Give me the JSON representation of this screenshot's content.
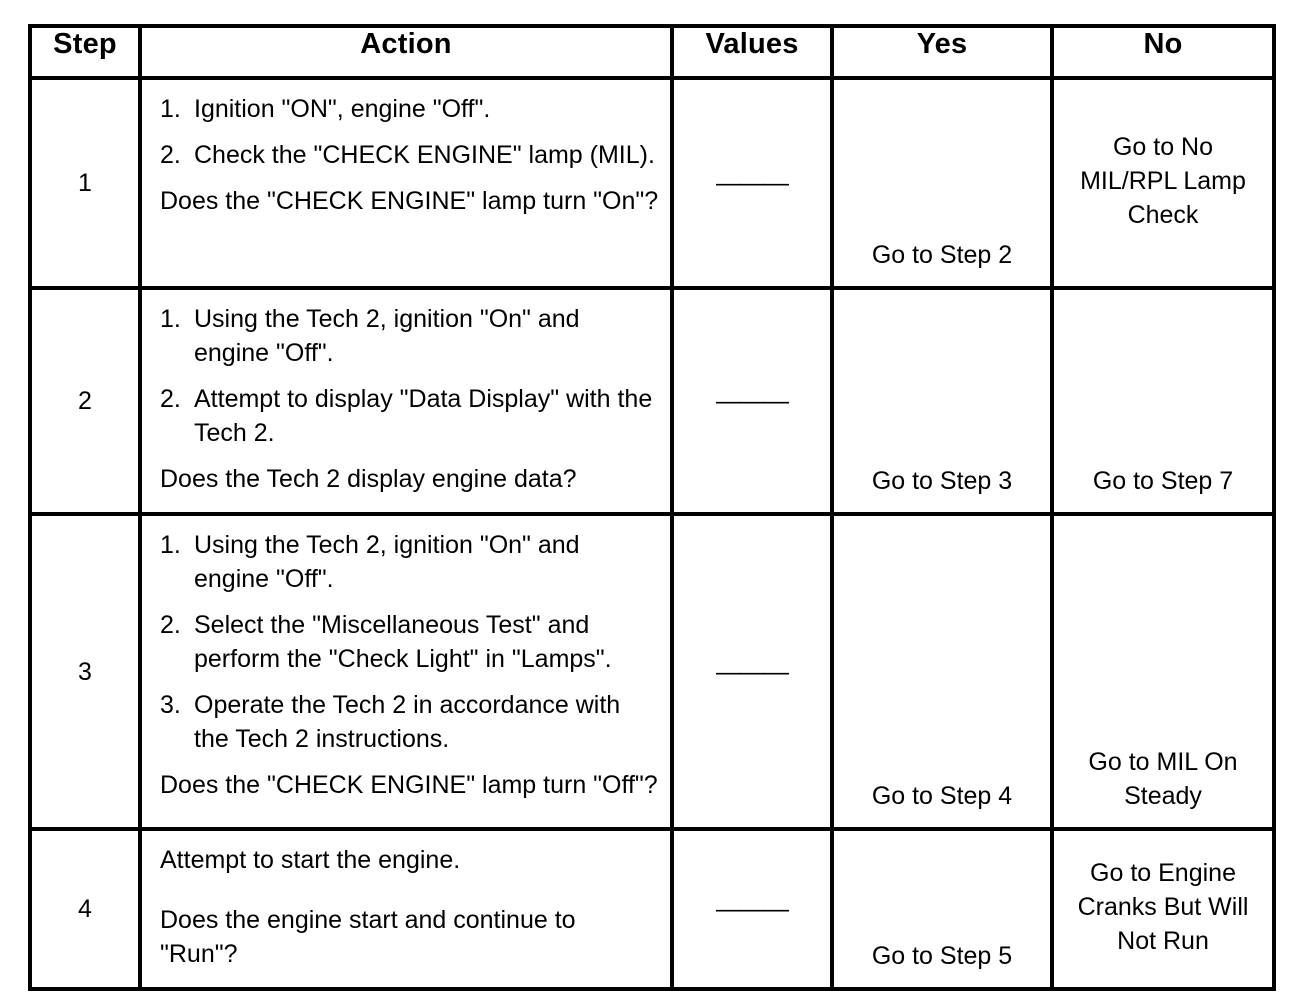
{
  "table": {
    "columns": [
      {
        "key": "step",
        "label": "Step"
      },
      {
        "key": "action",
        "label": "Action"
      },
      {
        "key": "values",
        "label": "Values"
      },
      {
        "key": "yes",
        "label": "Yes"
      },
      {
        "key": "no",
        "label": "No"
      }
    ],
    "dash_placeholder": "———",
    "rows": [
      {
        "step": "1",
        "action_items": [
          {
            "marker": "1.",
            "text": "Ignition \"ON\", engine \"Off\"."
          },
          {
            "marker": "2.",
            "text": "Check the \"CHECK ENGINE\" lamp (MIL)."
          }
        ],
        "question": "Does the \"CHECK ENGINE\" lamp turn \"On\"?",
        "values": "———",
        "yes": "Go to Step 2",
        "no": "Go to No MIL/RPL Lamp Check",
        "yes_align": "bottom",
        "no_align": "middle"
      },
      {
        "step": "2",
        "action_items": [
          {
            "marker": "1.",
            "text": "Using the Tech 2, ignition \"On\" and engine \"Off\"."
          },
          {
            "marker": "2.",
            "text": "Attempt to display \"Data Display\" with the Tech 2."
          }
        ],
        "question": "Does the Tech 2 display engine data?",
        "values": "———",
        "yes": "Go to Step 3",
        "no": "Go to Step 7",
        "yes_align": "bottom",
        "no_align": "bottom"
      },
      {
        "step": "3",
        "action_items": [
          {
            "marker": "1.",
            "text": "Using the Tech 2, ignition \"On\" and engine \"Off\"."
          },
          {
            "marker": "2.",
            "text": "Select the \"Miscellaneous Test\" and perform the \"Check Light\" in \"Lamps\"."
          },
          {
            "marker": "3.",
            "text": "Operate the Tech 2 in accordance with the Tech 2 instructions."
          }
        ],
        "question": "Does the \"CHECK ENGINE\" lamp turn \"Off\"?",
        "values": "———",
        "yes": "Go to Step 4",
        "no": "Go to MIL On Steady",
        "yes_align": "bottom",
        "no_align": "bottom"
      },
      {
        "step": "4",
        "action_items": [],
        "statement": "Attempt to start the engine.",
        "question": "Does the engine start and continue to \"Run\"?",
        "values": "———",
        "yes": "Go to Step 5",
        "no": "Go to Engine Cranks But Will Not Run",
        "yes_align": "bottom",
        "no_align": "middle"
      }
    ]
  }
}
